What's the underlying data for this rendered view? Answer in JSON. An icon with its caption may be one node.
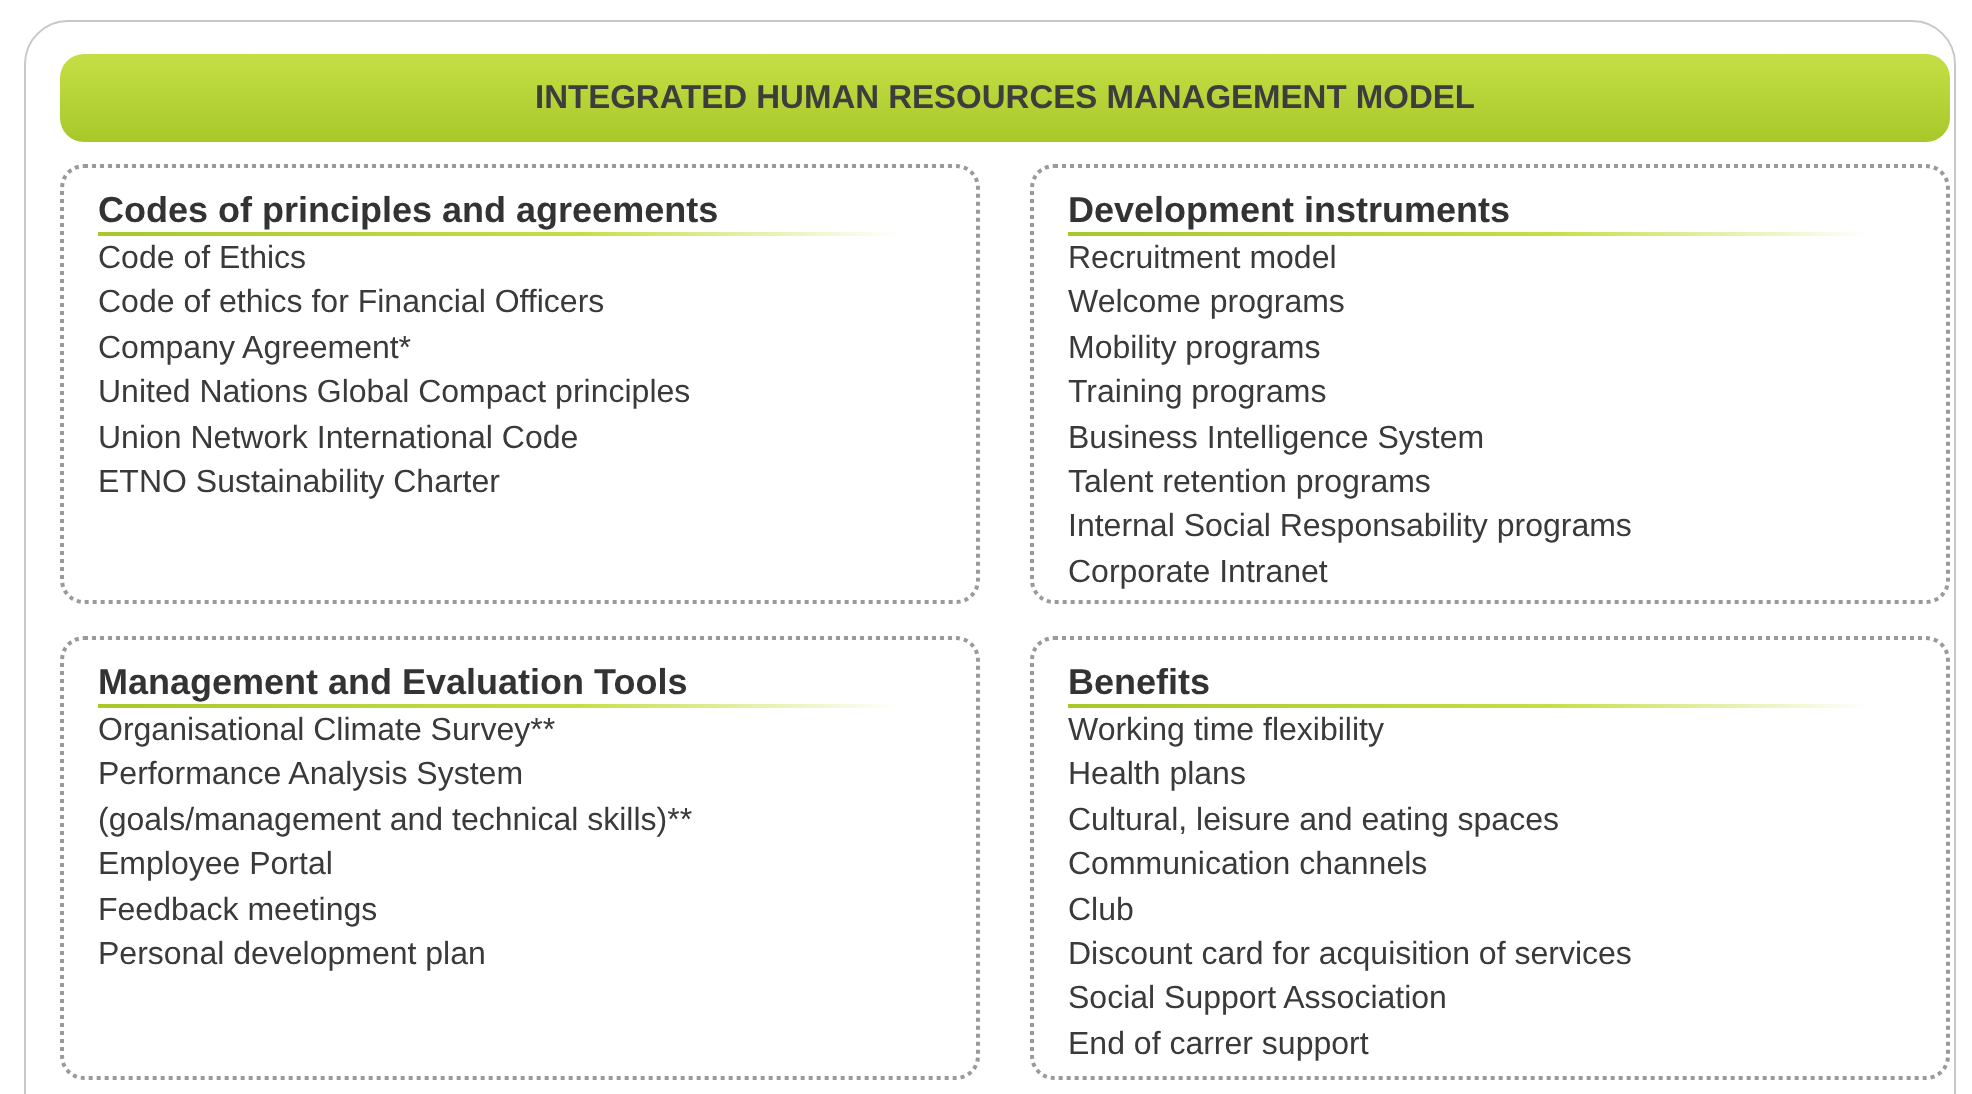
{
  "diagram": {
    "nodes": [
      {
        "text": [
          "INTEGRATED HUMAN RESOURCES MANAGEMENT MODEL"
        ]
      },
      {
        "text": [
          "Codes of principles and agreements",
          "Code of Ethics",
          "Code of ethics for Financial Officers",
          "Company Agreement*",
          "United Nations Global Compact principles",
          "Union Network International Code",
          "ETNO Sustainability Charter"
        ]
      },
      {
        "text": [
          "Development instruments",
          "Recruitment model",
          "Welcome programs",
          "Mobility programs",
          "Training programs",
          "Business Intelligence System",
          "Talent retention programs",
          "Internal Social Responsability programs",
          "Corporate Intranet"
        ]
      },
      {
        "text": [
          "Management and Evaluation Tools",
          "Organisational Climate Survey**",
          "Performance Analysis System (goals/management and technical skills)**",
          "Employee Portal",
          "Feedback meetings",
          "Personal development plan"
        ]
      },
      {
        "text": [
          "Benefits",
          "Working time flexibility",
          "Health plans",
          "Cultural, leisure and eating spaces",
          "Communication channels",
          "Club",
          "Discount card for acquisition of services",
          "Social Support Association",
          "End of carrer support"
        ]
      }
    ]
  }
}
